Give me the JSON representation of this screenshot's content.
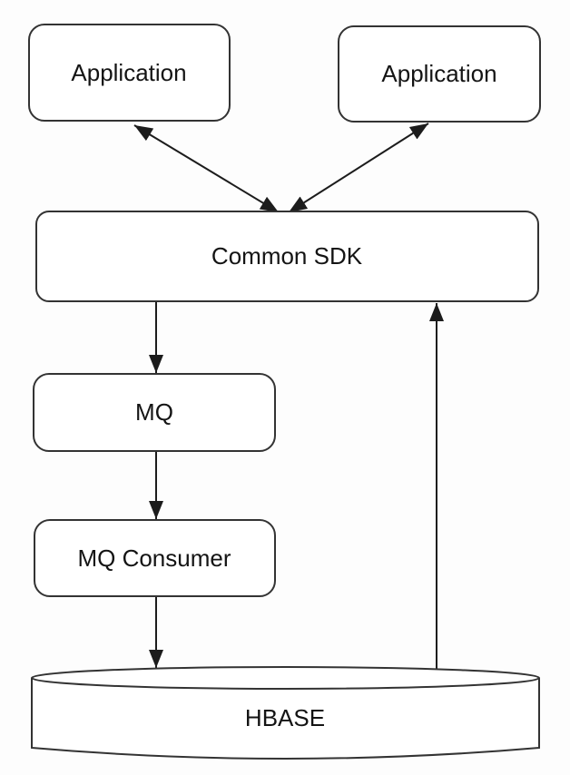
{
  "diagram": {
    "type": "architecture-flow",
    "nodes": {
      "app_left": {
        "label": "Application",
        "shape": "rounded-rect"
      },
      "app_right": {
        "label": "Application",
        "shape": "rounded-rect"
      },
      "common_sdk": {
        "label": "Common SDK",
        "shape": "rounded-rect"
      },
      "mq": {
        "label": "MQ",
        "shape": "rounded-rect"
      },
      "mq_consumer": {
        "label": "MQ Consumer",
        "shape": "rounded-rect"
      },
      "hbase": {
        "label": "HBASE",
        "shape": "cylinder"
      }
    },
    "edges": [
      {
        "from": "app_left",
        "to": "common_sdk",
        "direction": "bidirectional"
      },
      {
        "from": "app_right",
        "to": "common_sdk",
        "direction": "bidirectional"
      },
      {
        "from": "common_sdk",
        "to": "mq",
        "direction": "one-way"
      },
      {
        "from": "mq",
        "to": "mq_consumer",
        "direction": "one-way"
      },
      {
        "from": "mq_consumer",
        "to": "hbase",
        "direction": "one-way"
      },
      {
        "from": "hbase",
        "to": "common_sdk",
        "direction": "one-way"
      }
    ],
    "colors": {
      "background": "#fdfdfd",
      "node_fill": "#ffffff",
      "node_stroke": "#333333",
      "edge_stroke": "#1c1c1c",
      "text": "#141414"
    }
  }
}
